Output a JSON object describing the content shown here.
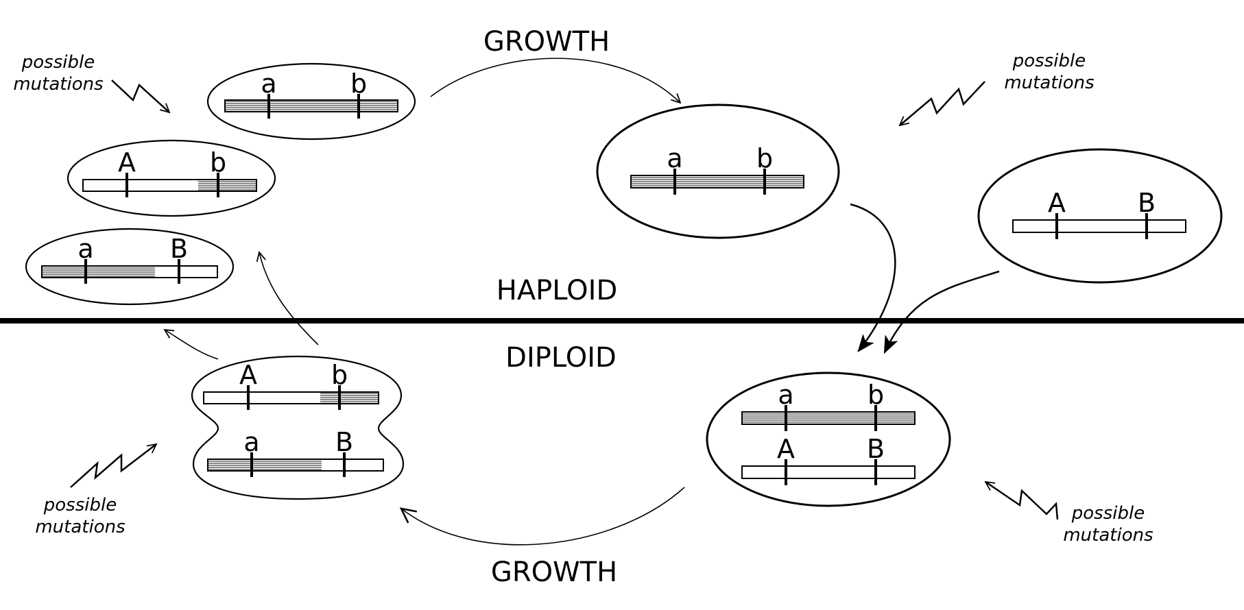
{
  "labels": {
    "growth_top": "GROWTH",
    "growth_bottom": "GROWTH",
    "haploid": "HAPLOID",
    "diploid": "DIPLOID",
    "mutation_line1": "possible",
    "mutation_line2": "mutations"
  },
  "cells": {
    "haploid_top": {
      "left": "a",
      "right": "b"
    },
    "haploid_recombinant_1": {
      "left": "A",
      "right": "b"
    },
    "haploid_recombinant_2": {
      "left": "a",
      "right": "B"
    },
    "haploid_parent_ab": {
      "left": "a",
      "right": "b"
    },
    "haploid_parent_AB": {
      "left": "A",
      "right": "B"
    },
    "diploid_zygote": {
      "top_left": "a",
      "top_right": "b",
      "bottom_left": "A",
      "bottom_right": "B"
    },
    "diploid_meiosis": {
      "top_left": "A",
      "top_right": "b",
      "bottom_left": "a",
      "bottom_right": "B"
    }
  },
  "colors": {
    "stroke": "#000000",
    "hatch": "#555555",
    "background": "#ffffff"
  }
}
